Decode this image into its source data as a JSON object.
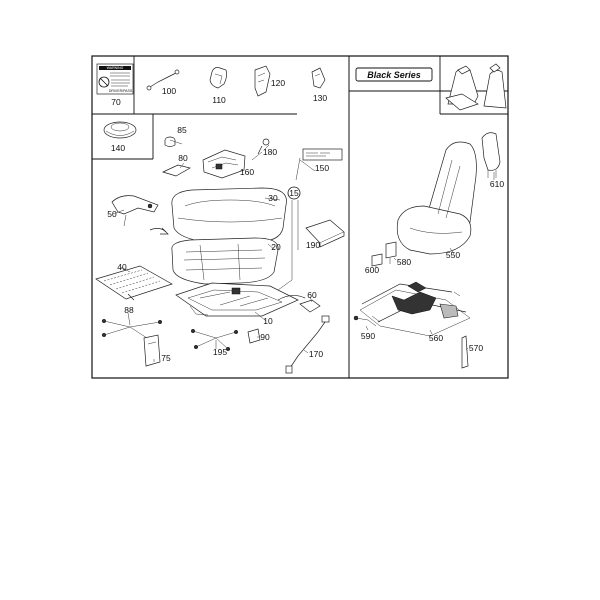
{
  "series_label": "Black Series",
  "warning_label": {
    "heading": "WARNING",
    "footer": "DRIVER/PASS."
  },
  "callouts": [
    {
      "id": "70",
      "text": "70"
    },
    {
      "id": "100",
      "text": "100"
    },
    {
      "id": "110",
      "text": "110"
    },
    {
      "id": "120",
      "text": "120"
    },
    {
      "id": "130",
      "text": "130"
    },
    {
      "id": "140",
      "text": "140"
    },
    {
      "id": "85",
      "text": "85"
    },
    {
      "id": "80",
      "text": "80"
    },
    {
      "id": "160",
      "text": "160"
    },
    {
      "id": "180",
      "text": "180"
    },
    {
      "id": "150",
      "text": "150"
    },
    {
      "id": "15",
      "text": "15"
    },
    {
      "id": "30",
      "text": "30"
    },
    {
      "id": "20",
      "text": "20"
    },
    {
      "id": "190",
      "text": "190"
    },
    {
      "id": "50",
      "text": "50"
    },
    {
      "id": "40",
      "text": "40"
    },
    {
      "id": "60",
      "text": "60"
    },
    {
      "id": "10",
      "text": "10"
    },
    {
      "id": "88",
      "text": "88"
    },
    {
      "id": "75",
      "text": "75"
    },
    {
      "id": "195",
      "text": "195"
    },
    {
      "id": "90",
      "text": "90"
    },
    {
      "id": "170",
      "text": "170"
    },
    {
      "id": "610",
      "text": "610"
    },
    {
      "id": "550",
      "text": "550"
    },
    {
      "id": "580",
      "text": "580"
    },
    {
      "id": "600",
      "text": "600"
    },
    {
      "id": "590",
      "text": "590"
    },
    {
      "id": "560",
      "text": "560"
    },
    {
      "id": "570",
      "text": "570"
    }
  ]
}
